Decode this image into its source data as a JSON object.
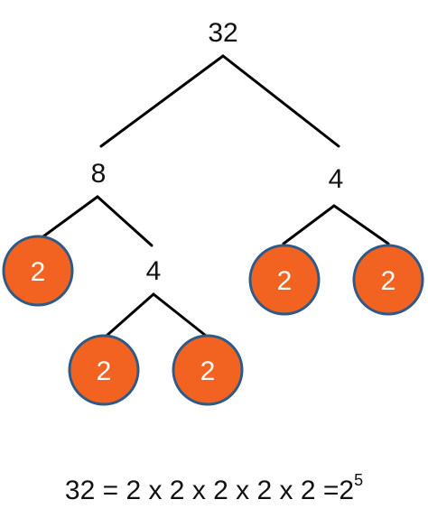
{
  "colors": {
    "leaf_fill": "#f26322",
    "leaf_stroke": "#2e5a88",
    "line": "#000000",
    "text": "#111111"
  },
  "tree": {
    "root": {
      "value": "32"
    },
    "left": {
      "value": "8"
    },
    "right": {
      "value": "4"
    },
    "left_right": {
      "value": "4"
    },
    "leaves": [
      {
        "value": "2"
      },
      {
        "value": "2"
      },
      {
        "value": "2"
      },
      {
        "value": "2"
      },
      {
        "value": "2"
      }
    ]
  },
  "equation": {
    "expression": "32 = 2 x 2 x 2 x 2 x 2 =2",
    "exponent": "5"
  }
}
